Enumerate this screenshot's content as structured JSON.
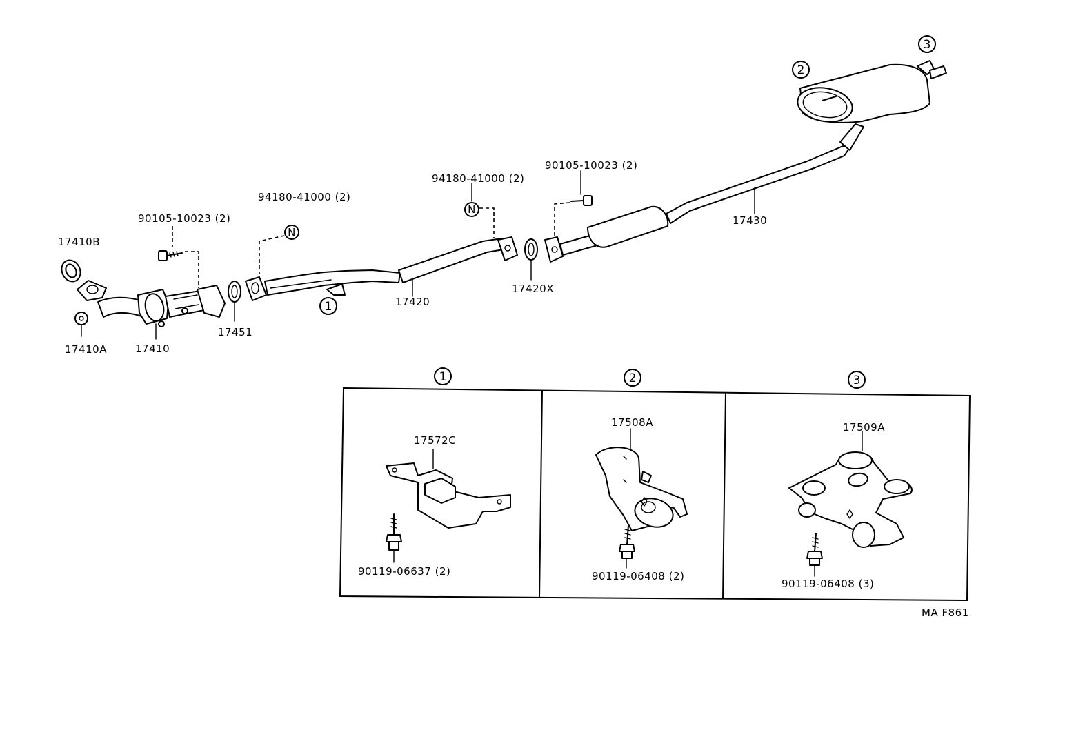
{
  "labels": {
    "p17410B": "17410B",
    "p17410A": "17410A",
    "p17410": "17410",
    "p17451": "17451",
    "p17420": "17420",
    "p17420X": "17420X",
    "p17430": "17430",
    "bolt_a": "90105-10023 (2)",
    "bolt_b": "90105-10023 (2)",
    "nut_a": "94180-41000 (2)",
    "nut_b": "94180-41000 (2)",
    "nut_symbol": "N",
    "p17572C": "17572C",
    "p17508A": "17508A",
    "p17509A": "17509A",
    "bolt_1": "90119-06637 (2)",
    "bolt_2": "90119-06408 (2)",
    "bolt_3": "90119-06408 (3)",
    "code": "MA F861"
  },
  "callouts": {
    "c1": "1",
    "c2": "2",
    "c3": "3"
  }
}
